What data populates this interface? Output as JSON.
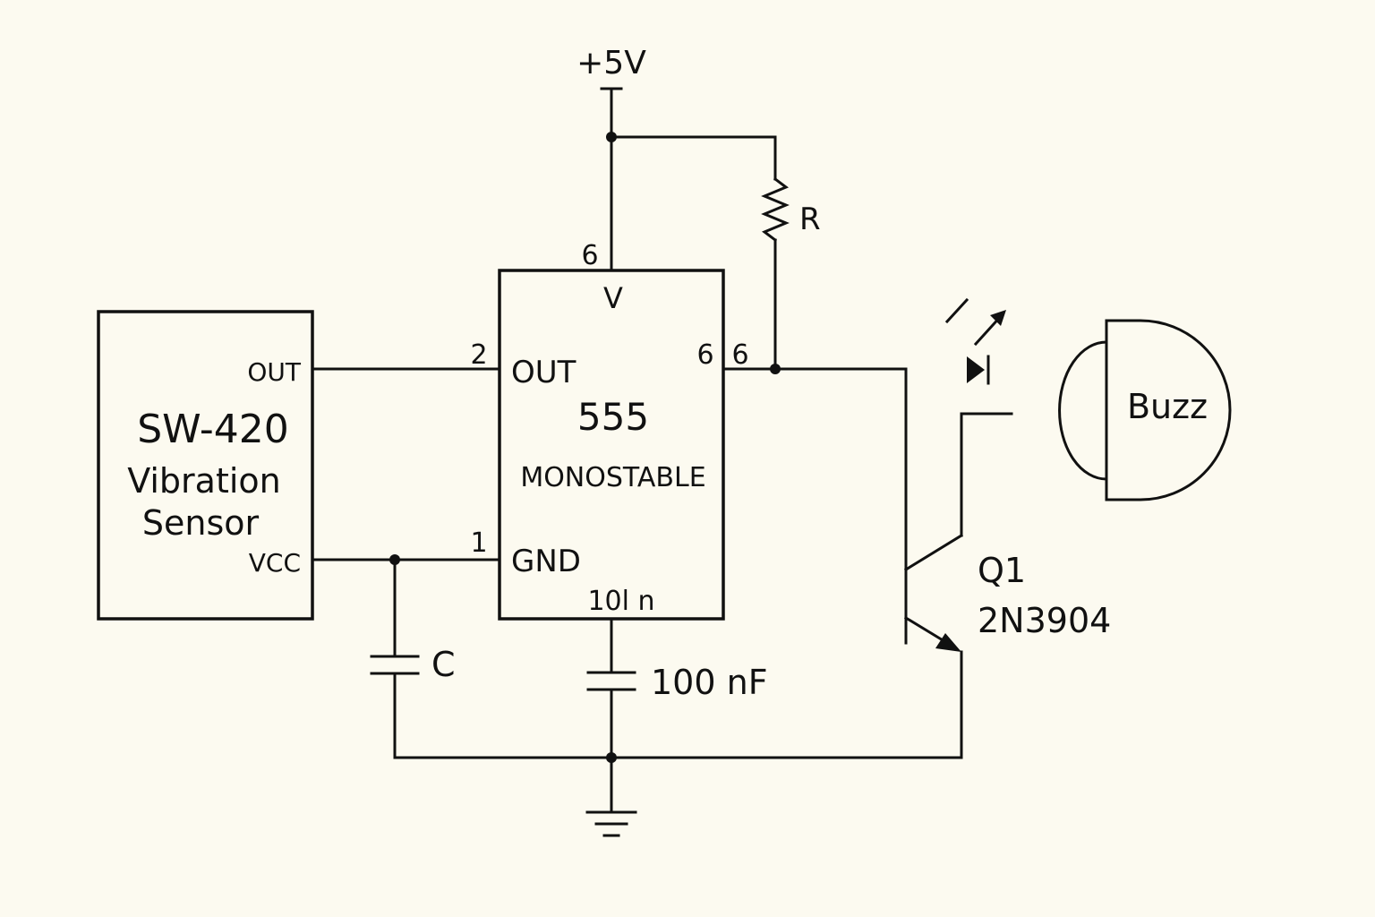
{
  "power": {
    "label": "+5V"
  },
  "sensor": {
    "title": "SW-420",
    "subtitle_line1": "Vibration",
    "subtitle_line2": "Sensor",
    "pin_out": "OUT",
    "pin_vcc": "VCC"
  },
  "ic555": {
    "name": "555",
    "mode": "MONOSTABLE",
    "top_pin_number": "6",
    "top_pin_label": "V",
    "left_top_pin_number": "2",
    "left_top_pin_label": "OUT",
    "left_bottom_pin_number": "1",
    "left_bottom_pin_label": "GND",
    "right_pin_number_inside": "6",
    "right_pin_number_outside": "6",
    "bottom_label": "10l n"
  },
  "resistor": {
    "label": "R"
  },
  "capacitor_c": {
    "label": "C"
  },
  "capacitor_100n": {
    "label": "100 nF"
  },
  "transistor": {
    "ref": "Q1",
    "part": "2N3904"
  },
  "buzzer": {
    "label": "Buzz"
  }
}
